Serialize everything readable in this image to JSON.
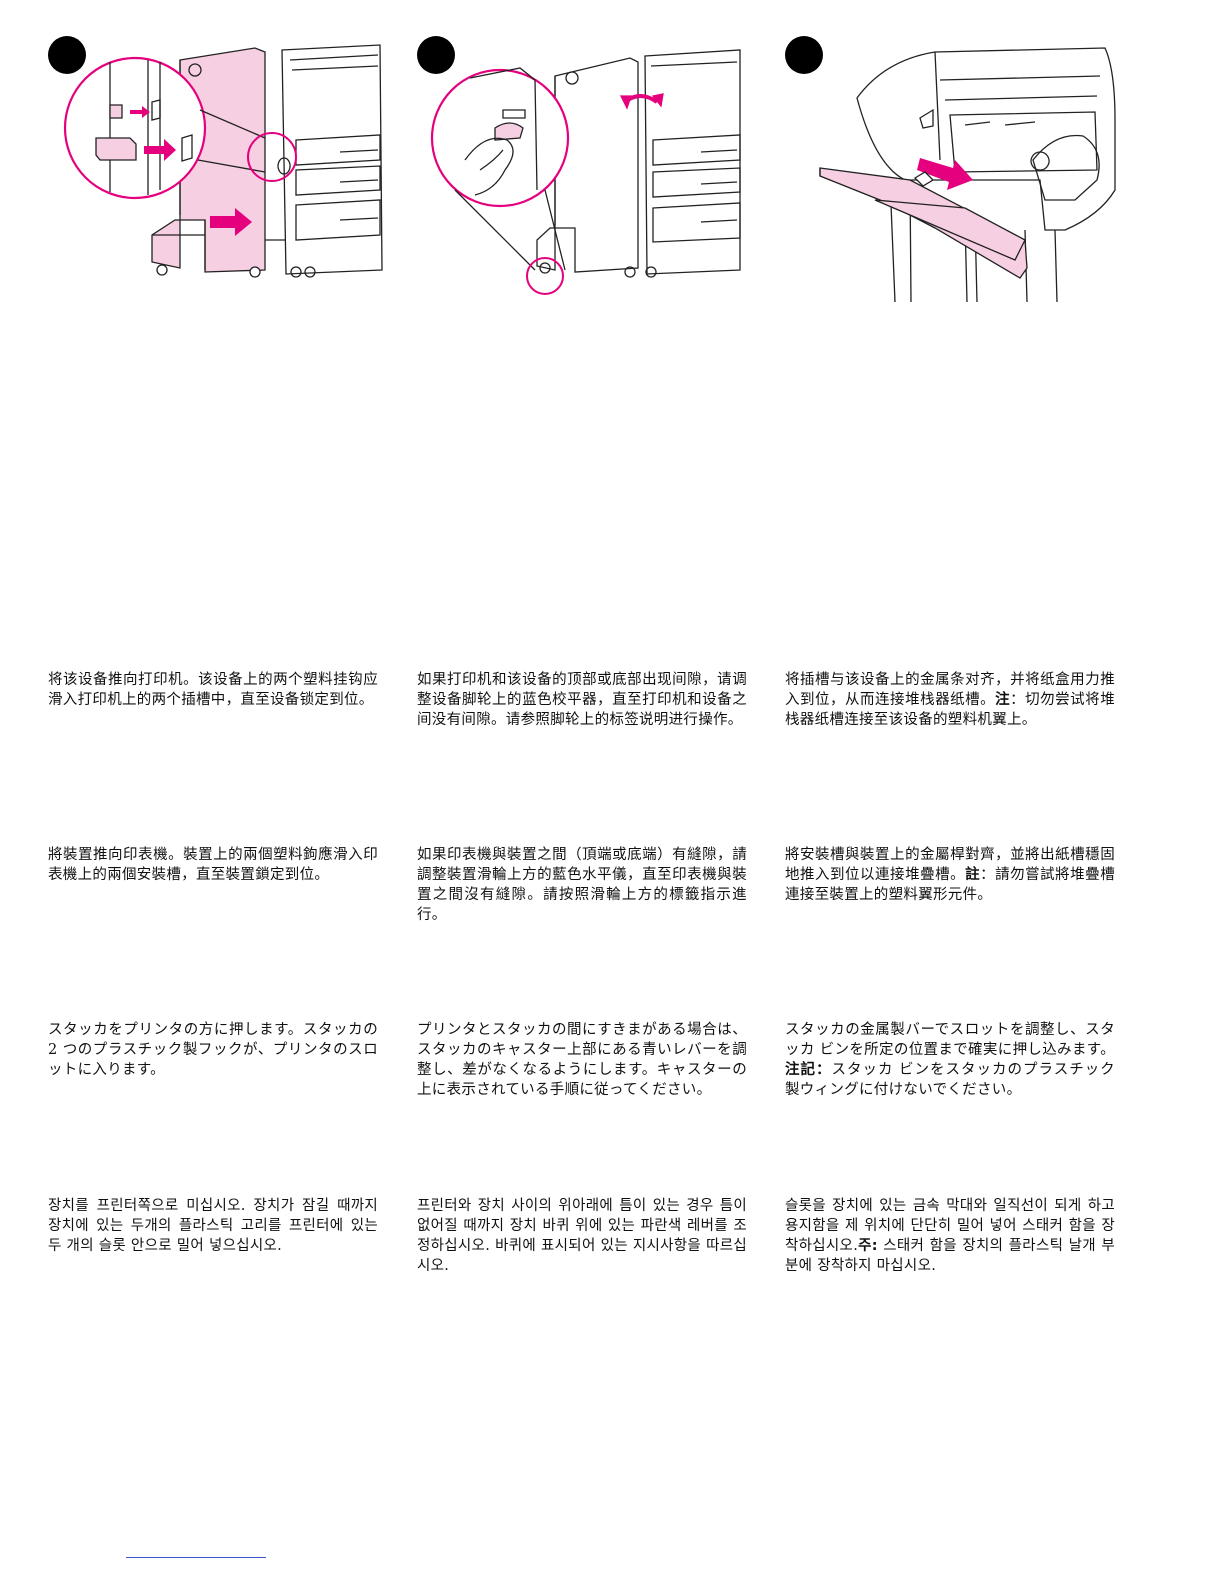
{
  "colors": {
    "accent": "#e5007e",
    "accent_fill": "#f6cfe2",
    "line": "#222222"
  },
  "steps": [
    {
      "icon": "step-1-number-circle"
    },
    {
      "icon": "step-2-number-circle"
    },
    {
      "icon": "step-3-number-circle"
    }
  ],
  "sections": {
    "zh_cn": {
      "col1": "将该设备推向打印机。该设备上的两个塑料挂钩应滑入打印机上的两个插槽中，直至设备锁定到位。",
      "col2": "如果打印机和该设备的顶部或底部出现间隙，请调整设备脚轮上的蓝色校平器，直至打印机和设备之间没有间隙。请参照脚轮上的标签说明进行操作。",
      "col3_before": "将插槽与该设备上的金属条对齐，并将纸盒用力推入到位，从而连接堆栈器纸槽。",
      "col3_note": "注",
      "col3_after": "：切勿尝试将堆栈器纸槽连接至该设备的塑料机翼上。"
    },
    "zh_tw": {
      "col1": "將裝置推向印表機。裝置上的兩個塑料鉤應滑入印表機上的兩個安裝槽，直至裝置鎖定到位。",
      "col2": "如果印表機與裝置之間（頂端或底端）有縫隙，請調整裝置滑輪上方的藍色水平儀，直至印表機與裝置之間沒有縫隙。請按照滑輪上方的標籤指示進行。",
      "col3_before": "將安裝槽與裝置上的金屬桿對齊，並將出紙槽穩固地推入到位以連接堆疊槽。",
      "col3_note": "註",
      "col3_after": "：請勿嘗試將堆疊槽連接至裝置上的塑料翼形元件。"
    },
    "ja": {
      "col1": "スタッカをプリンタの方に押します。スタッカの 2 つのプラスチック製フックが、プリンタのスロットに入ります。",
      "col2": "プリンタとスタッカの間にすきまがある場合は、スタッカのキャスター上部にある青いレバーを調整し、差がなくなるようにします。キャスターの上に表示されている手順に従ってください。",
      "col3_before": "スタッカの金属製バーでスロットを調整し、スタッカ ビンを所定の位置まで確実に押し込みます。",
      "col3_note": "注記：",
      "col3_after": "スタッカ ビンをスタッカのプラスチック製ウィングに付けないでください。"
    },
    "ko": {
      "col1": "장치를 프린터쪽으로 미십시오. 장치가 잠길 때까지 장치에 있는 두개의 플라스틱 고리를 프린터에 있는 두 개의 슬롯 안으로 밀어 넣으십시오.",
      "col2": "프린터와 장치 사이의 위아래에 틈이 있는 경우 틈이 없어질 때까지 장치 바퀴 위에 있는 파란색 레버를 조정하십시오. 바퀴에 표시되어 있는 지시사항을 따르십시오.",
      "col3_before": "슬롯을 장치에 있는 금속 막대와 일직선이 되게 하고 용지함을 제 위치에 단단히 밀어 넣어 스태커 함을 장착하십시오.",
      "col3_note": "주:",
      "col3_after": " 스태커 함을 장치의 플라스틱 날개 부분에 장착하지 마십시오."
    }
  }
}
